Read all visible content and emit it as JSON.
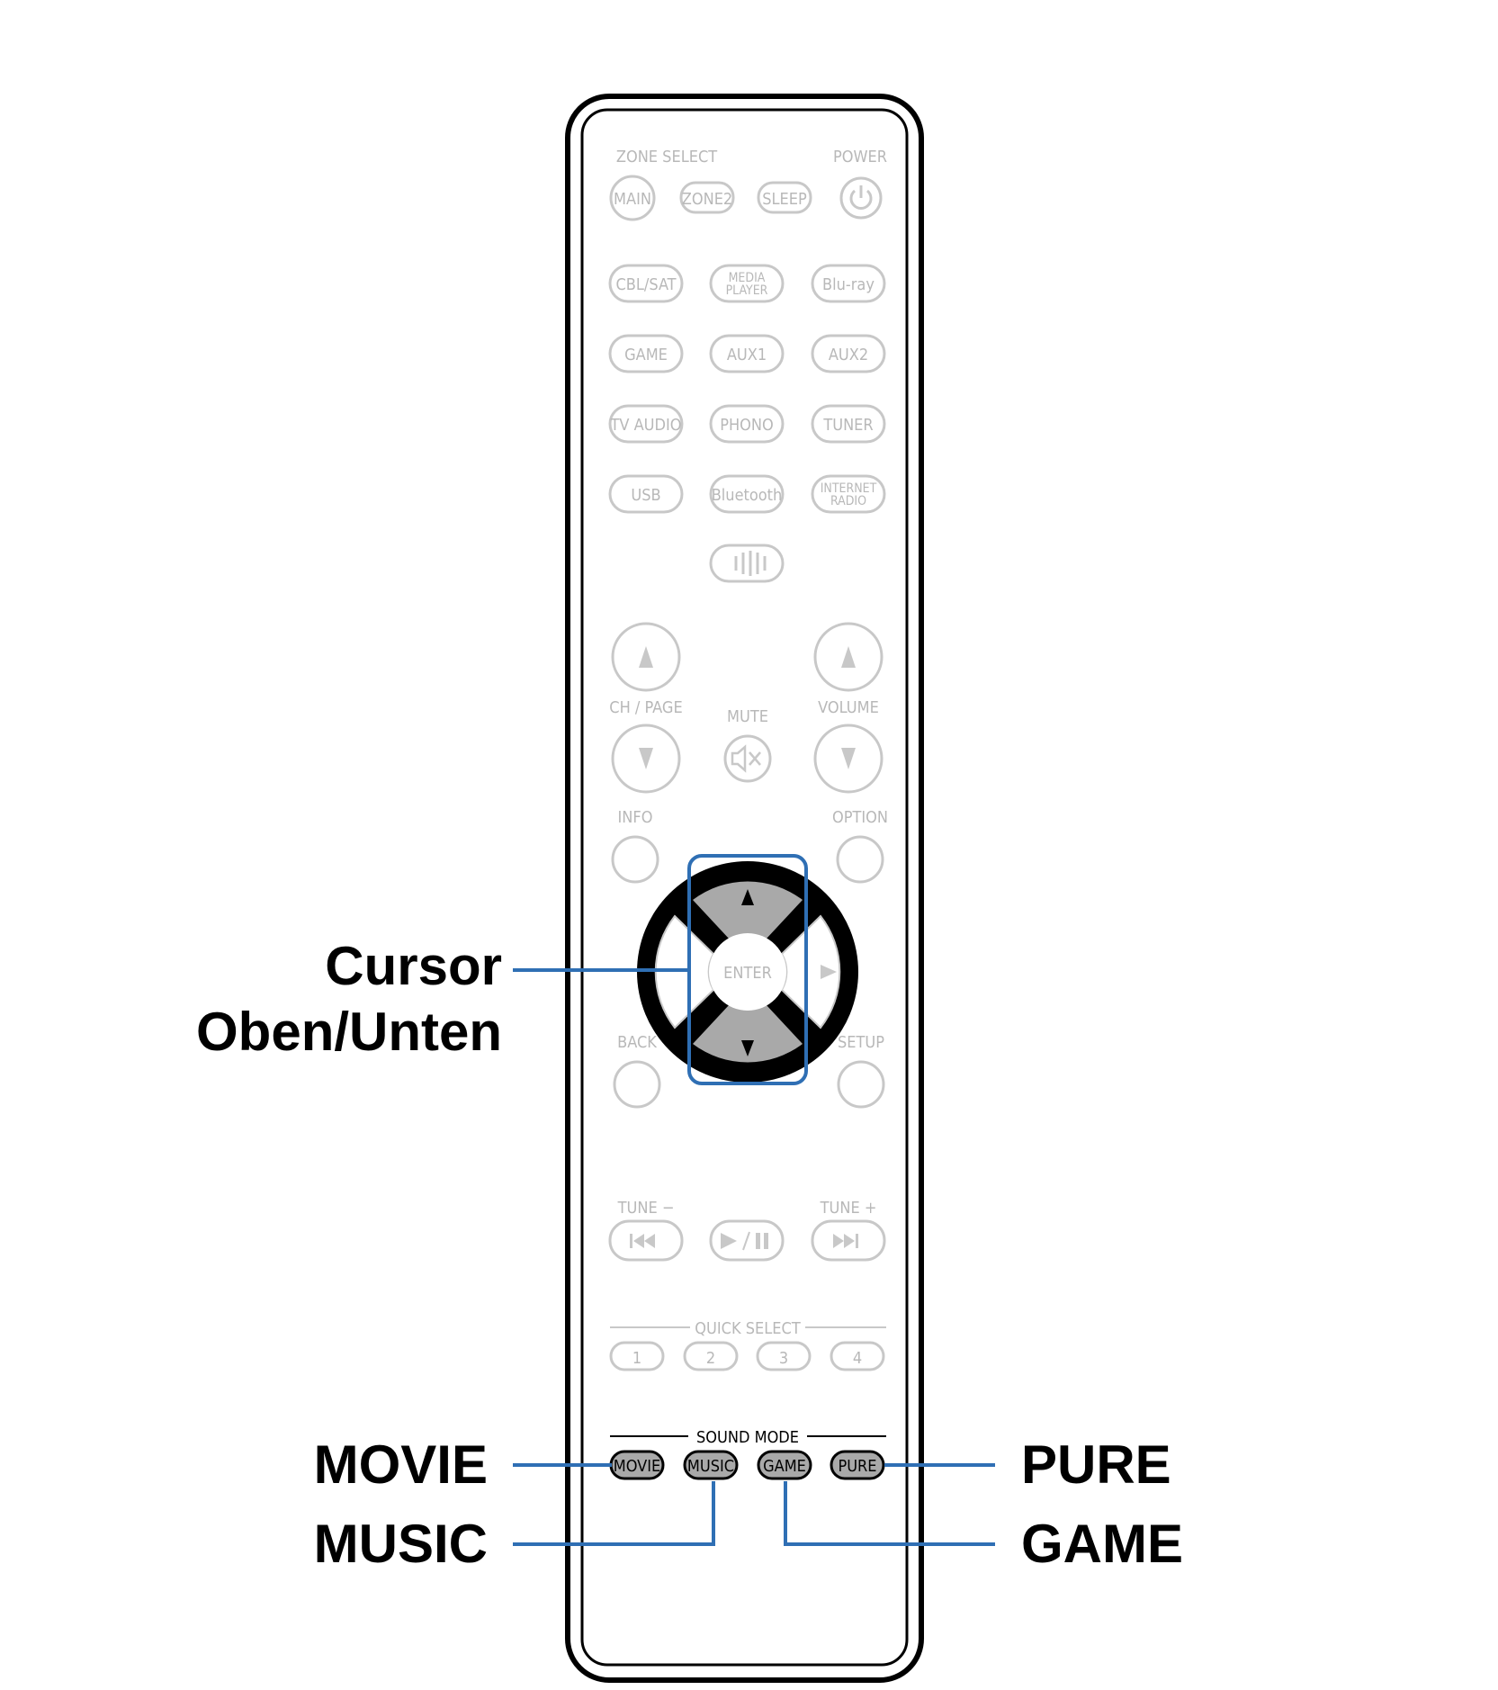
{
  "remote": {
    "zone_select_label": "ZONE SELECT",
    "power_label": "POWER",
    "zone_buttons": [
      "MAIN",
      "ZONE2",
      "SLEEP"
    ],
    "source_rows": [
      [
        "CBL/SAT",
        [
          "MEDIA",
          "PLAYER"
        ],
        "Blu-ray"
      ],
      [
        "GAME",
        "AUX1",
        "AUX2"
      ],
      [
        "TV AUDIO",
        "PHONO",
        "TUNER"
      ],
      [
        "USB",
        "Bluetooth",
        [
          "INTERNET",
          "RADIO"
        ]
      ]
    ],
    "ch_page_label": "CH / PAGE",
    "mute_label": "MUTE",
    "volume_label": "VOLUME",
    "info_label": "INFO",
    "option_label": "OPTION",
    "enter_label": "ENTER",
    "back_label": "BACK",
    "setup_label": "SETUP",
    "tune_minus_label": "TUNE −",
    "tune_plus_label": "TUNE +",
    "quick_select_label": "QUICK SELECT",
    "quick_select_buttons": [
      "1",
      "2",
      "3",
      "4"
    ],
    "sound_mode_label": "SOUND MODE",
    "sound_mode_buttons": [
      "MOVIE",
      "MUSIC",
      "GAME",
      "PURE"
    ]
  },
  "callouts": {
    "cursor_line1": "Cursor",
    "cursor_line2": "Oben/Unten",
    "movie": "MOVIE",
    "music": "MUSIC",
    "pure": "PURE",
    "game": "GAME"
  },
  "colors": {
    "highlight": "#2f6fb4",
    "outline": "#000000",
    "faded": "#c8c8c8",
    "active_button": "#a9a9a9"
  }
}
